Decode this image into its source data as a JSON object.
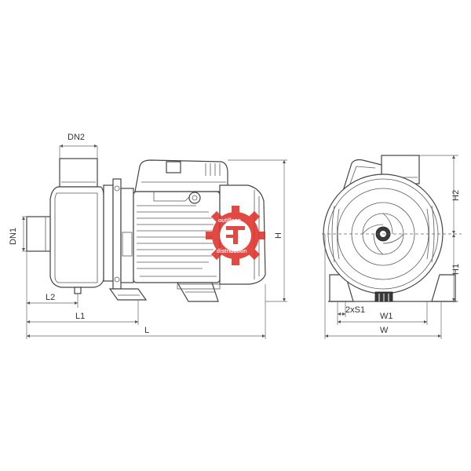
{
  "diagram": {
    "side_view_labels": {
      "dn2": "DN2",
      "dn1": "DN1",
      "h": "H",
      "l2": "L2",
      "l1": "L1",
      "l": "L"
    },
    "front_view_labels": {
      "h2": "H2",
      "h1": "H1",
      "s1": "2xS1",
      "w1": "W1",
      "w": "W"
    },
    "watermark": {
      "text_top": "outillage",
      "text_bottom": "distribution",
      "color": "#e0302a"
    }
  }
}
